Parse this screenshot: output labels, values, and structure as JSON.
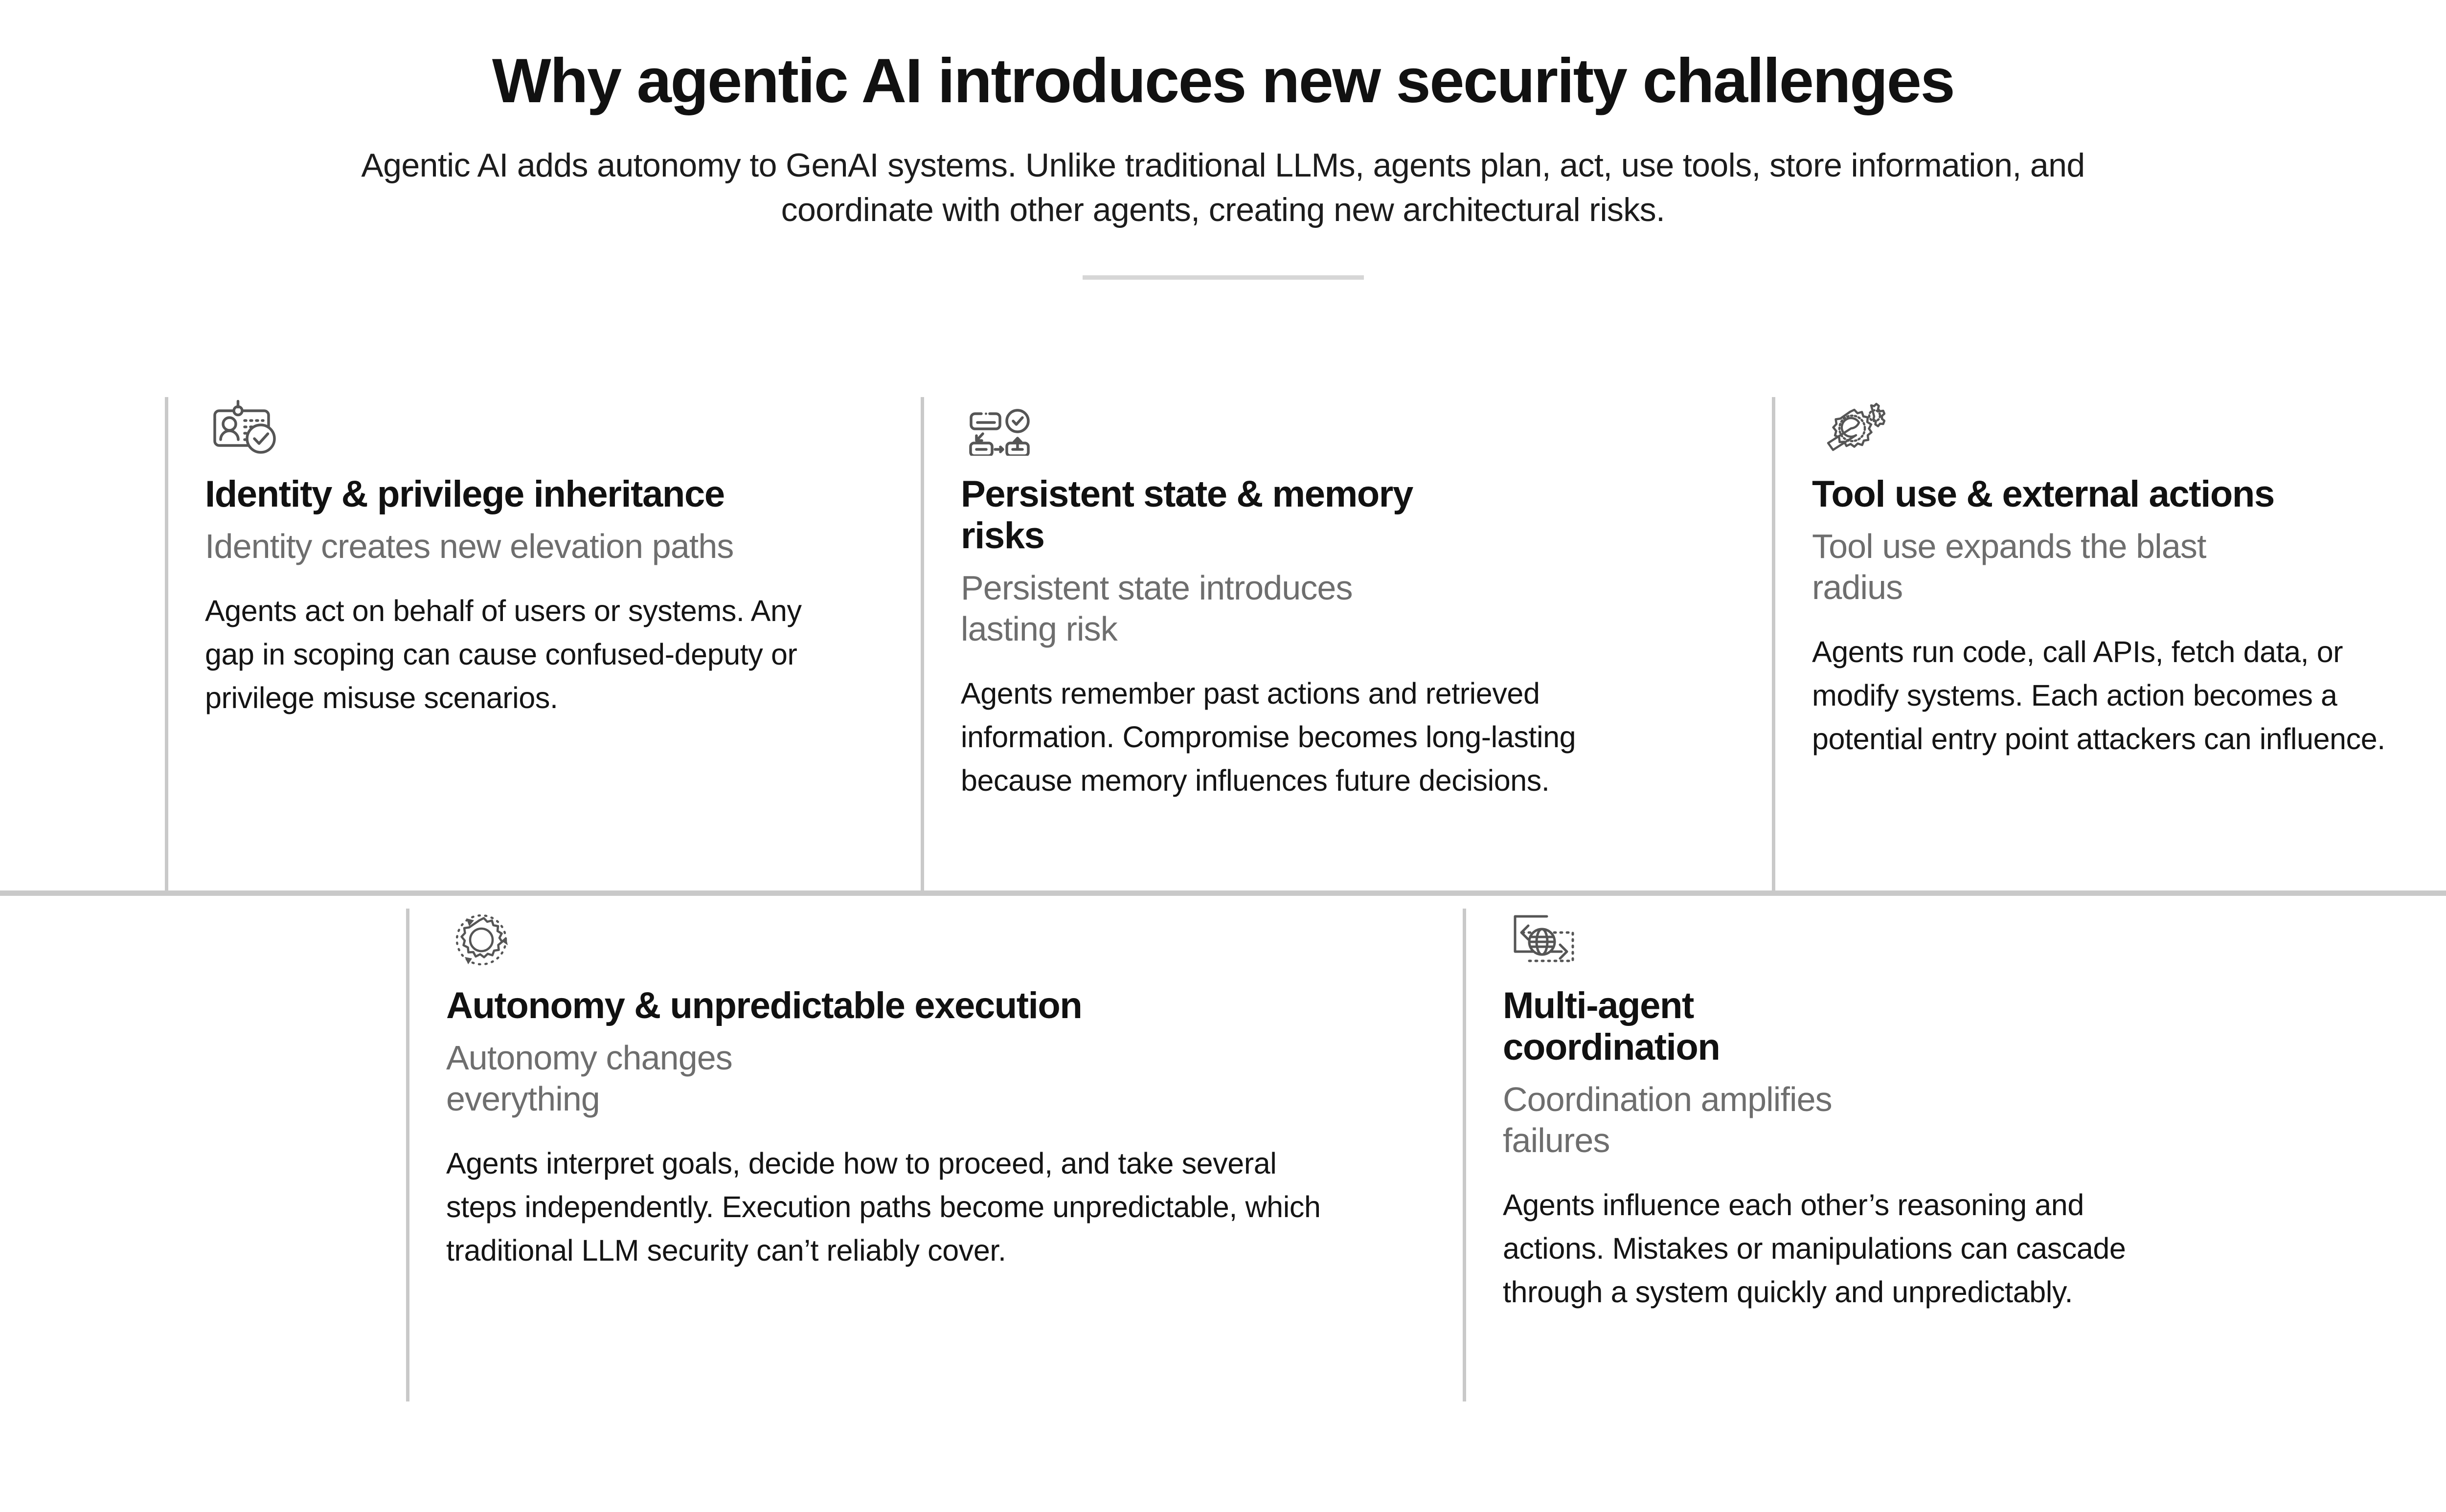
{
  "header": {
    "title": "Why agentic AI introduces new security challenges",
    "subtitle": "Agentic AI adds autonomy to GenAI systems. Unlike traditional LLMs, agents plan, act, use tools, store information, and coordinate with other agents, creating new architectural risks.",
    "rule_color": "#d6d6d6"
  },
  "colors": {
    "title_text": "#111111",
    "body_text": "#141414",
    "muted_text": "#6e6e6e",
    "divider": "#c9c9c9",
    "icon_stroke": "#555555",
    "background": "#ffffff"
  },
  "cards": [
    {
      "icon": "id-badge-verified-icon",
      "title": "Identity & privilege inheritance",
      "subtitle": "Identity creates new elevation paths",
      "body": "Agents act on behalf of users or systems. Any gap in scoping can cause confused-deputy or privilege misuse scenarios."
    },
    {
      "icon": "process-workflow-icon",
      "title": "Persistent state & memory risks",
      "subtitle": "Persistent state introduces lasting risk",
      "body": "Agents remember past actions and retrieved information. Compromise becomes long-lasting because memory influences future decisions."
    },
    {
      "icon": "wrench-gears-icon",
      "title": "Tool use & external actions",
      "subtitle": "Tool use expands the blast radius",
      "body": "Agents run code, call APIs, fetch data, or modify systems. Each action becomes a potential entry point attackers can influence."
    },
    {
      "icon": "rotating-gear-icon",
      "title": "Autonomy & unpredictable execution",
      "subtitle": "Autonomy changes everything",
      "body": "Agents interpret goals, decide how to proceed, and take several steps independently. Execution paths become unpredictable, which traditional LLM security can’t reliably cover."
    },
    {
      "icon": "globe-exchange-icon",
      "title": "Multi-agent coordination",
      "subtitle": "Coordination amplifies failures",
      "body": "Agents influence each other’s reasoning and actions. Mistakes or manipulations can cascade through a system quickly and unpredictably."
    }
  ]
}
